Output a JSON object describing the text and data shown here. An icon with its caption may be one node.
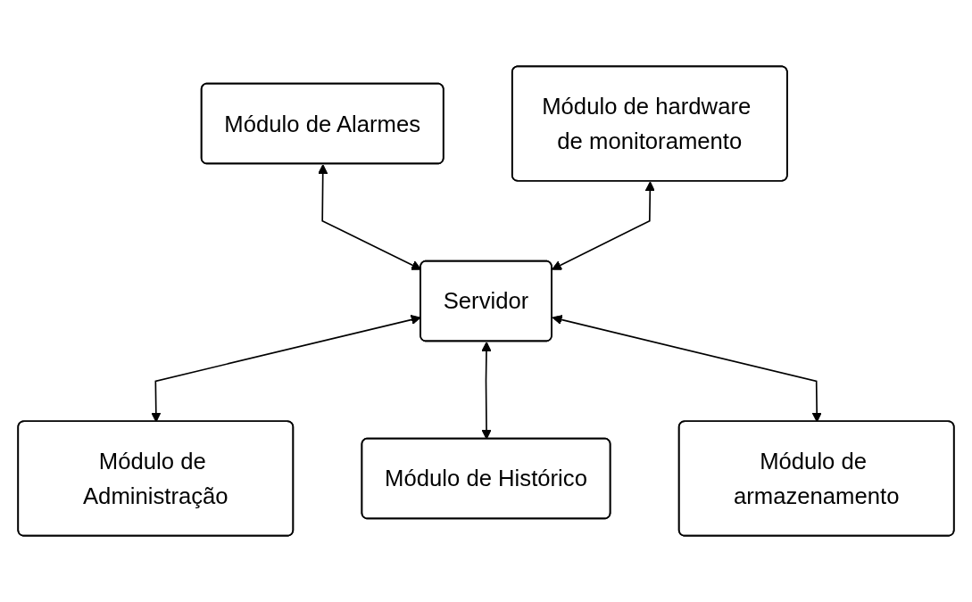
{
  "diagram": {
    "nodes": [
      {
        "text": [
          "Módulo de Alarmes"
        ]
      },
      {
        "text": [
          "Módulo de Administração"
        ]
      },
      {
        "text": [
          "Módulo de hardware de monitoramento"
        ]
      },
      {
        "text": [
          "Servidor"
        ]
      },
      {
        "text": [
          "Módulo de Histórico"
        ]
      },
      {
        "text": [
          "Módulo de armazenamento"
        ]
      }
    ],
    "edges": [
      {
        "from": 0,
        "to": 3,
        "arrow": "both"
      },
      {
        "from": 2,
        "to": 3,
        "arrow": "both"
      },
      {
        "from": 3,
        "to": 1,
        "arrow": "both"
      },
      {
        "from": 3,
        "to": 4,
        "arrow": "both"
      },
      {
        "from": 3,
        "to": 5,
        "arrow": "both"
      }
    ]
  }
}
